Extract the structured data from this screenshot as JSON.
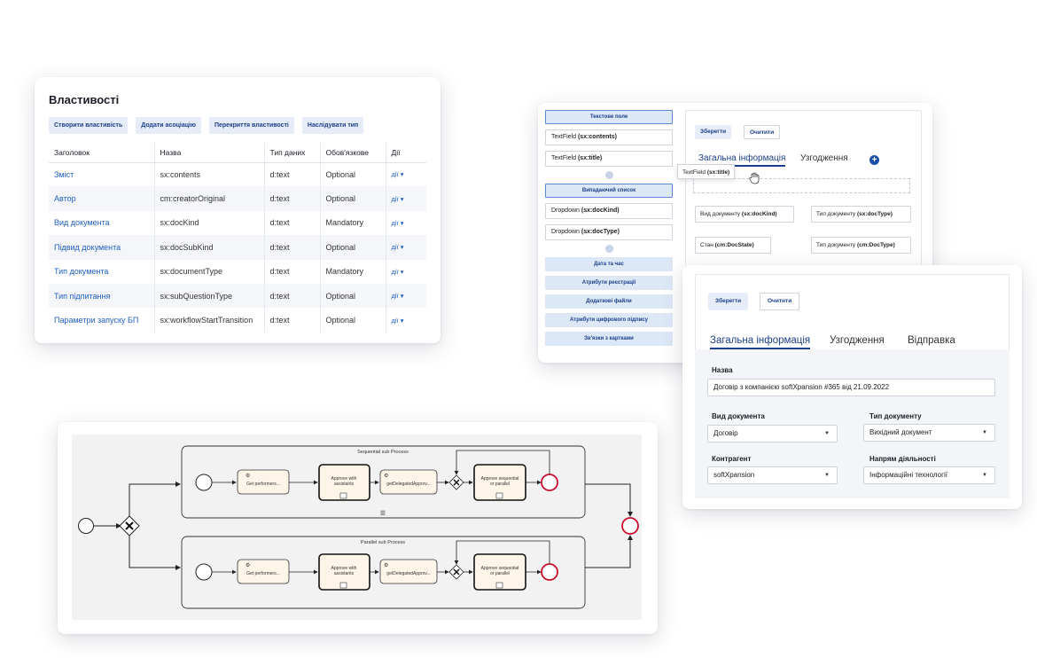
{
  "properties": {
    "title": "Властивості",
    "buttons": [
      "Створити властивість",
      "Додати асоціацію",
      "Перекриття властивості",
      "Наслідувати тип"
    ],
    "columns": [
      "Заголовок",
      "Назва",
      "Тип даних",
      "Обов'язкове",
      "Дії"
    ],
    "rows": [
      {
        "title": "Зміст",
        "name": "sx:contents",
        "type": "d:text",
        "req": "Optional",
        "action": "дії ▾"
      },
      {
        "title": "Автор",
        "name": "cm:creatorOriginal",
        "type": "d:text",
        "req": "Optional",
        "action": "дії ▾"
      },
      {
        "title": "Вид документа",
        "name": "sx:docKind",
        "type": "d:text",
        "req": "Mandatory",
        "action": "дії ▾"
      },
      {
        "title": "Підвид документа",
        "name": "sx:docSubKind",
        "type": "d:text",
        "req": "Optional",
        "action": "дії ▾"
      },
      {
        "title": "Тип документа",
        "name": "sx:documentType",
        "type": "d:text",
        "req": "Mandatory",
        "action": "дії ▾"
      },
      {
        "title": "Тип підпитання",
        "name": "sx:subQuestionType",
        "type": "d:text",
        "req": "Optional",
        "action": "дії ▾"
      },
      {
        "title": "Параметри запуску БП",
        "name": "sx:workflowStartTransition",
        "type": "d:text",
        "req": "Optional",
        "action": "дії ▾"
      }
    ]
  },
  "builder": {
    "palette": {
      "text_header": "Текстове поле",
      "text_fields": [
        {
          "prefix": "TextField ",
          "bold": "(sx:contents)"
        },
        {
          "prefix": "TextField ",
          "bold": "(sx:title)"
        }
      ],
      "dropdown_header": "Випадаючий список",
      "dropdown_fields": [
        {
          "prefix": "Dropdown ",
          "bold": "(sx:docKind)"
        },
        {
          "prefix": "Dropdown ",
          "bold": "(sx:docType)"
        }
      ],
      "sections": [
        "Дата та час",
        "Атрибути реєстрації",
        "Додаткові файли",
        "Атрибути цифрового підпису",
        "Зв'язки з картками"
      ]
    },
    "save": "Зберегти",
    "clear": "Очитити",
    "tabs": [
      "Загальна інформація",
      "Узгодження"
    ],
    "add_tab": "+",
    "drag_chip": {
      "prefix": "TextField ",
      "bold": "(sx:title)"
    },
    "fields": [
      {
        "prefix": "Вид документу ",
        "bold": "(sx:docKind)"
      },
      {
        "prefix": "Тип документу ",
        "bold": "(sx:docType)"
      },
      {
        "prefix": "Стан ",
        "bold": "(cm:DocState)"
      },
      {
        "prefix": "Тип документу ",
        "bold": "(cm:DocType)"
      }
    ]
  },
  "form": {
    "save": "Зберегти",
    "clear": "Очитити",
    "tabs": [
      "Загальна інформація",
      "Узгодження",
      "Відправка"
    ],
    "name_label": "Назва",
    "name_value": "Договір з компанією softXpansion #365 від 21.09.2022",
    "doc_kind_label": "Вид документа",
    "doc_kind_value": "Договір",
    "doc_type_label": "Тип документу",
    "doc_type_value": "Вихідний документ",
    "counterparty_label": "Контрагент",
    "counterparty_value": "softXpansion",
    "direction_label": "Напрям діяльності",
    "direction_value": "Інформаційні технології"
  },
  "bpmn": {
    "sub1_title": "Sequential sub Process",
    "sub2_title": "Parallel sub Process",
    "task_get": "Get performers...",
    "task_approve_1": "Approve with\nassistants",
    "task_approve_2": "Approve with\nassistants",
    "task_delegated": "getDelegatedApprov...",
    "task_seq": "Approve sequential\nor parallel"
  }
}
